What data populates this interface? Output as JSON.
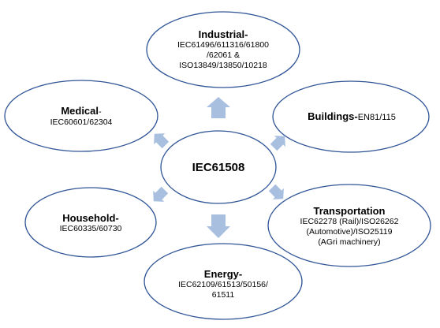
{
  "center": {
    "title": "IEC61508"
  },
  "nodes": {
    "industrial": {
      "title": "Industrial-",
      "lines": [
        "IEC61496/611316/61800",
        "/62061 &",
        "ISO13849/13850/10218"
      ]
    },
    "medical": {
      "title": "Medical",
      "suffix": "-",
      "lines": [
        "IEC60601/62304"
      ]
    },
    "buildings": {
      "title": "Buildings-",
      "suffix": "EN81/115"
    },
    "transportation": {
      "title": "Transportation",
      "lines": [
        "IEC62278 (Rail)/ISO26262",
        "(Automotive)/ISO25119",
        "(AGri machinery)"
      ]
    },
    "household": {
      "title": "Household-",
      "lines": [
        "IEC60335/60730"
      ]
    },
    "energy": {
      "title": "Energy-",
      "lines": [
        "IEC62109/61513/50156/",
        "61511"
      ]
    }
  },
  "colors": {
    "stroke": "#2f5496",
    "arrow": "#a9bfe0",
    "fill": "#ffffff",
    "text": "#000000"
  }
}
